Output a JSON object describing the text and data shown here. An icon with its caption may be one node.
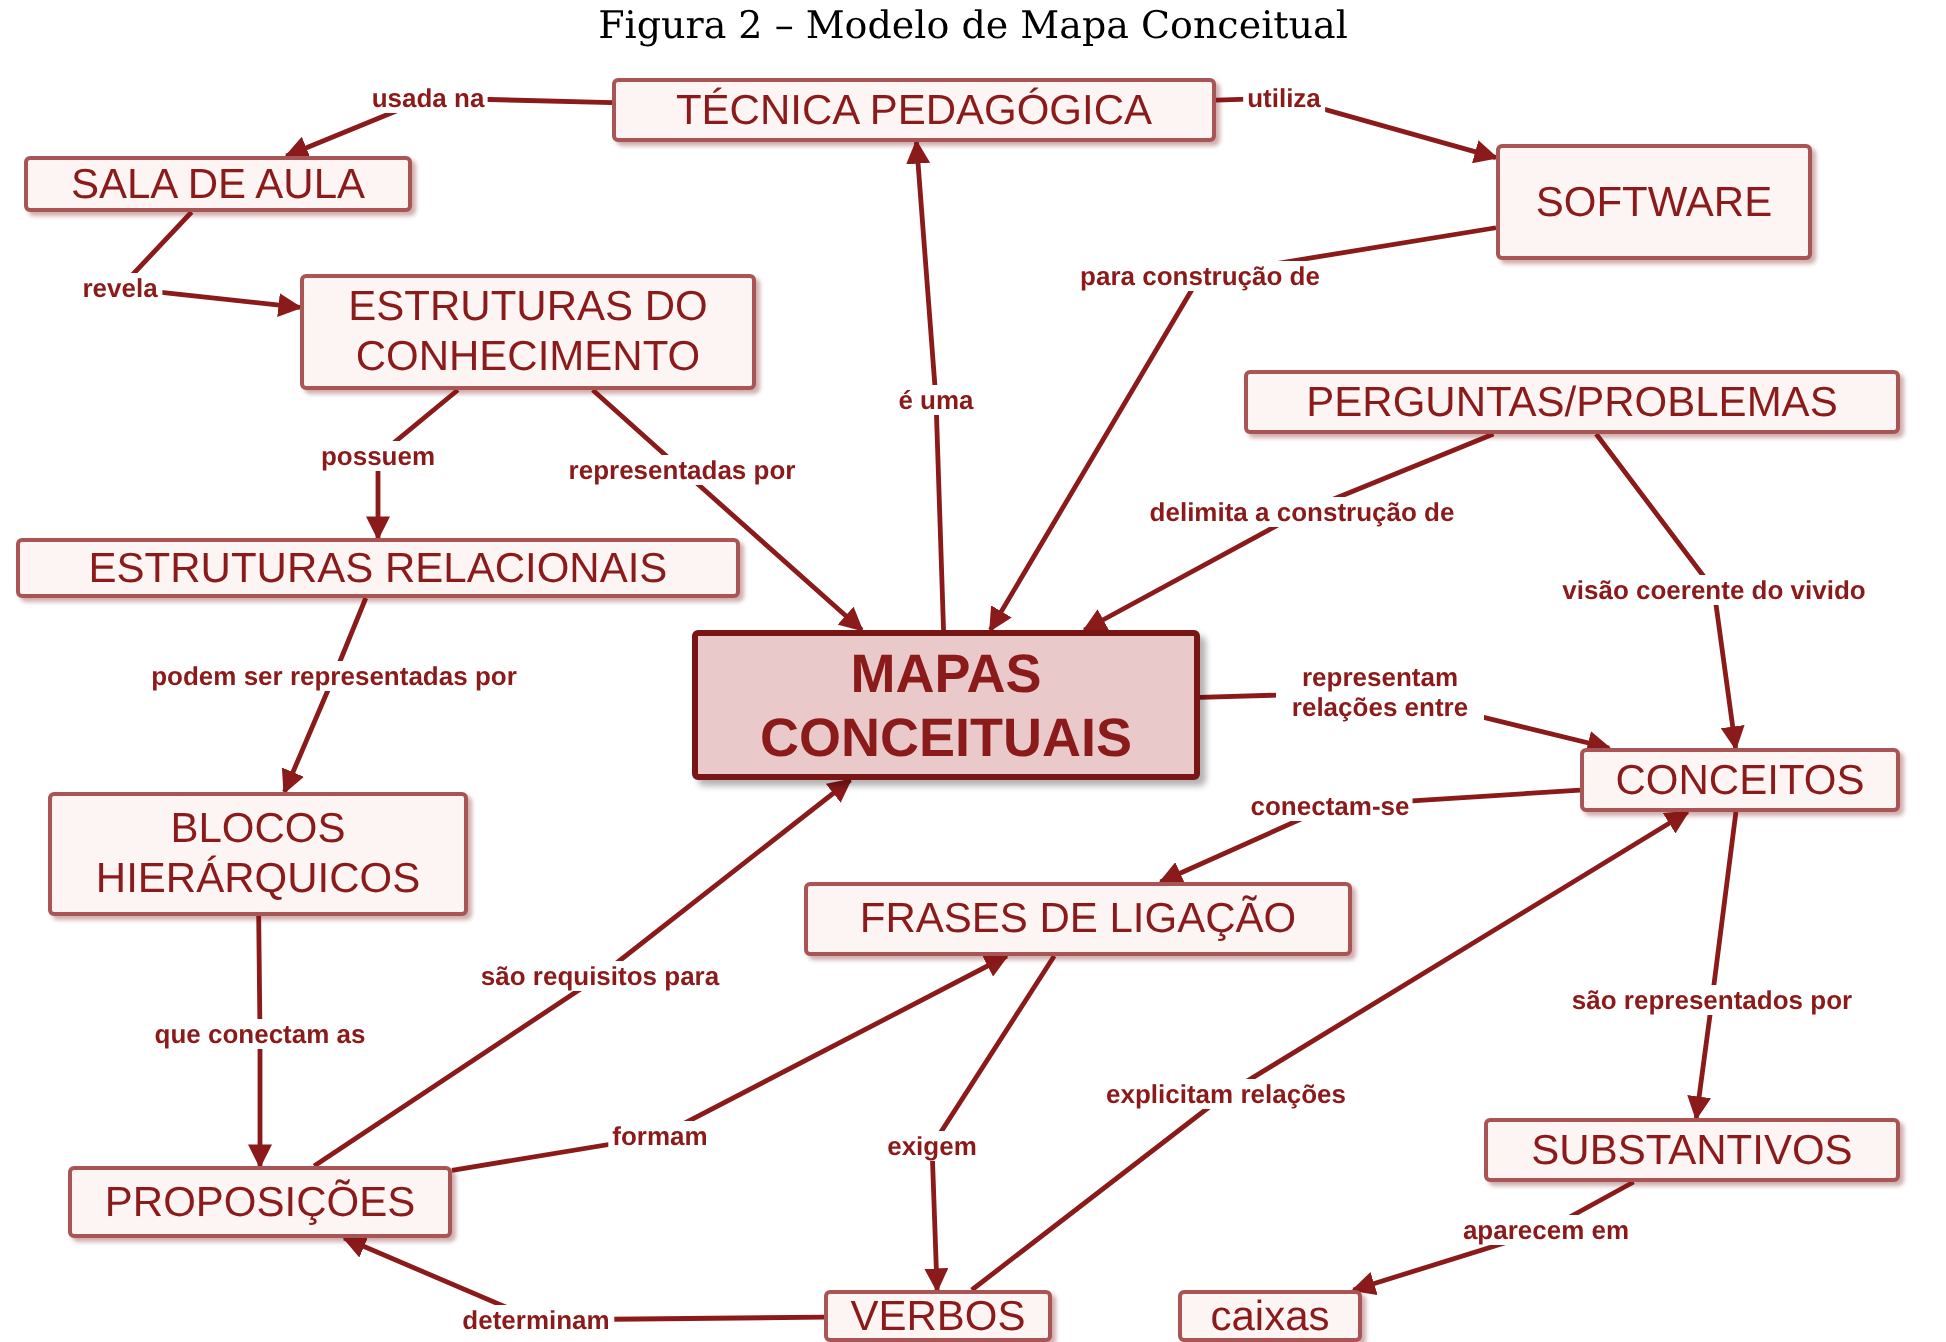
{
  "diagram": {
    "title": "Figura 2 – Modelo de Mapa Conceitual",
    "nodes": [
      {
        "text": [
          "TÉCNICA PEDAGÓGICA"
        ]
      },
      {
        "text": [
          "SALA DE AULA"
        ]
      },
      {
        "text": [
          "SOFTWARE"
        ]
      },
      {
        "text": [
          "ESTRUTURAS DO CONHECIMENTO"
        ]
      },
      {
        "text": [
          "PERGUNTAS/PROBLEMAS"
        ]
      },
      {
        "text": [
          "ESTRUTURAS RELACIONAIS"
        ]
      },
      {
        "text": [
          "MAPAS CONCEITUAIS"
        ]
      },
      {
        "text": [
          "BLOCOS HIERÁRQUICOS"
        ]
      },
      {
        "text": [
          "CONCEITOS"
        ]
      },
      {
        "text": [
          "FRASES DE LIGAÇÃO"
        ]
      },
      {
        "text": [
          "PROPOSIÇÕES"
        ]
      },
      {
        "text": [
          "SUBSTANTIVOS"
        ]
      },
      {
        "text": [
          "VERBOS"
        ]
      },
      {
        "text": [
          "caixas"
        ]
      }
    ],
    "edges": [
      {
        "from": 0,
        "to": 1,
        "arrow": "to",
        "label": "usada na"
      },
      {
        "from": 0,
        "to": 2,
        "arrow": "to",
        "label": "utiliza"
      },
      {
        "from": 1,
        "to": 3,
        "arrow": "to",
        "label": "revela"
      },
      {
        "from": 2,
        "to": 6,
        "arrow": "to",
        "label": "para construção de"
      },
      {
        "from": 6,
        "to": 0,
        "arrow": "to",
        "label": "é uma"
      },
      {
        "from": 3,
        "to": 5,
        "arrow": "to",
        "label": "possuem"
      },
      {
        "from": 3,
        "to": 6,
        "arrow": "to",
        "label": "representadas por"
      },
      {
        "from": 4,
        "to": 6,
        "arrow": "to",
        "label": "delimita a construção de"
      },
      {
        "from": 4,
        "to": 8,
        "arrow": "to",
        "label": "visão coerente do vivido"
      },
      {
        "from": 5,
        "to": 7,
        "arrow": "to",
        "label": "podem ser representadas por"
      },
      {
        "from": 6,
        "to": 8,
        "arrow": "to",
        "label": "representam relações entre"
      },
      {
        "from": 8,
        "to": 9,
        "arrow": "to",
        "label": "conectam-se"
      },
      {
        "from": 7,
        "to": 10,
        "arrow": "to",
        "label": "que conectam as"
      },
      {
        "from": 10,
        "to": 6,
        "arrow": "to",
        "label": "são requisitos para"
      },
      {
        "from": 10,
        "to": 9,
        "arrow": "to",
        "label": "formam"
      },
      {
        "from": 9,
        "to": 12,
        "arrow": "to",
        "label": "exigem"
      },
      {
        "from": 12,
        "to": 8,
        "arrow": "to",
        "label": "explicitam relações"
      },
      {
        "from": 12,
        "to": 10,
        "arrow": "to",
        "label": "determinam"
      },
      {
        "from": 8,
        "to": 11,
        "arrow": "to",
        "label": "são representados por"
      },
      {
        "from": 11,
        "to": 13,
        "arrow": "to",
        "label": "aparecem em"
      }
    ]
  }
}
